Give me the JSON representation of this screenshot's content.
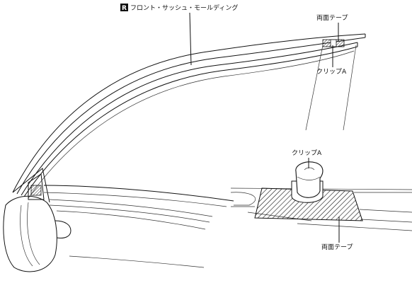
{
  "labels": {
    "part_badge": "R",
    "part_name": "フロント・サッシュ・モールディング",
    "tape_top": "両面テープ",
    "clip_top": "クリップA",
    "clip_detail": "クリップA",
    "tape_detail": "両面テープ"
  }
}
